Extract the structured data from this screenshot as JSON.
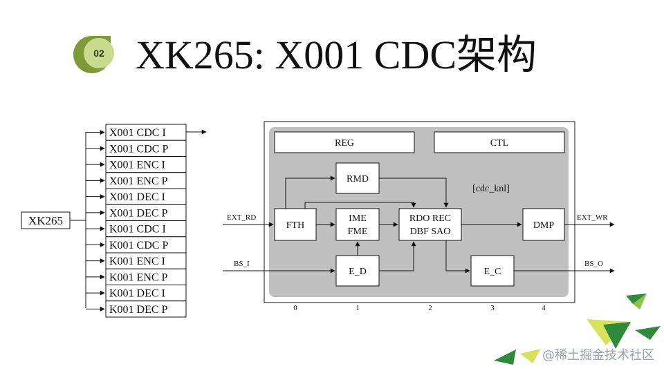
{
  "slide": {
    "badge": "02",
    "title": "XK265: X001 CDC架构",
    "watermark": "@稀土掘金技术社区"
  },
  "left_diagram": {
    "root": "XK265",
    "modules": [
      "X001 CDC I",
      "X001 CDC P",
      "X001 ENC I",
      "X001 ENC P",
      "X001 DEC I",
      "X001 DEC P",
      "K001 CDC I",
      "K001 CDC P",
      "K001 ENC I",
      "K001 ENC P",
      "K001 DEC I",
      "K001 DEC P"
    ]
  },
  "right_diagram": {
    "blocks": {
      "reg": "REG",
      "ctl": "CTL",
      "rmd": "RMD",
      "fth": "FTH",
      "ime_fme": [
        "IME",
        "FME"
      ],
      "rdo": [
        "RDO REC",
        "DBF SAO"
      ],
      "dmp": "DMP",
      "ed": "E_D",
      "ec": "E_C"
    },
    "kernel_label": "[cdc_knl]",
    "signals": {
      "ext_rd": "EXT_RD",
      "ext_wr": "EXT_WR",
      "bs_i": "BS_I",
      "bs_o": "BS_O"
    },
    "stages": [
      "0",
      "1",
      "2",
      "3",
      "4"
    ]
  },
  "colors": {
    "badge_dark": "#7d9a36",
    "badge_light": "#c9dc8e",
    "kernel_fill": "#c0c0c0",
    "deco_green": "#2e8b3a",
    "deco_yellow": "#d8e15a"
  }
}
